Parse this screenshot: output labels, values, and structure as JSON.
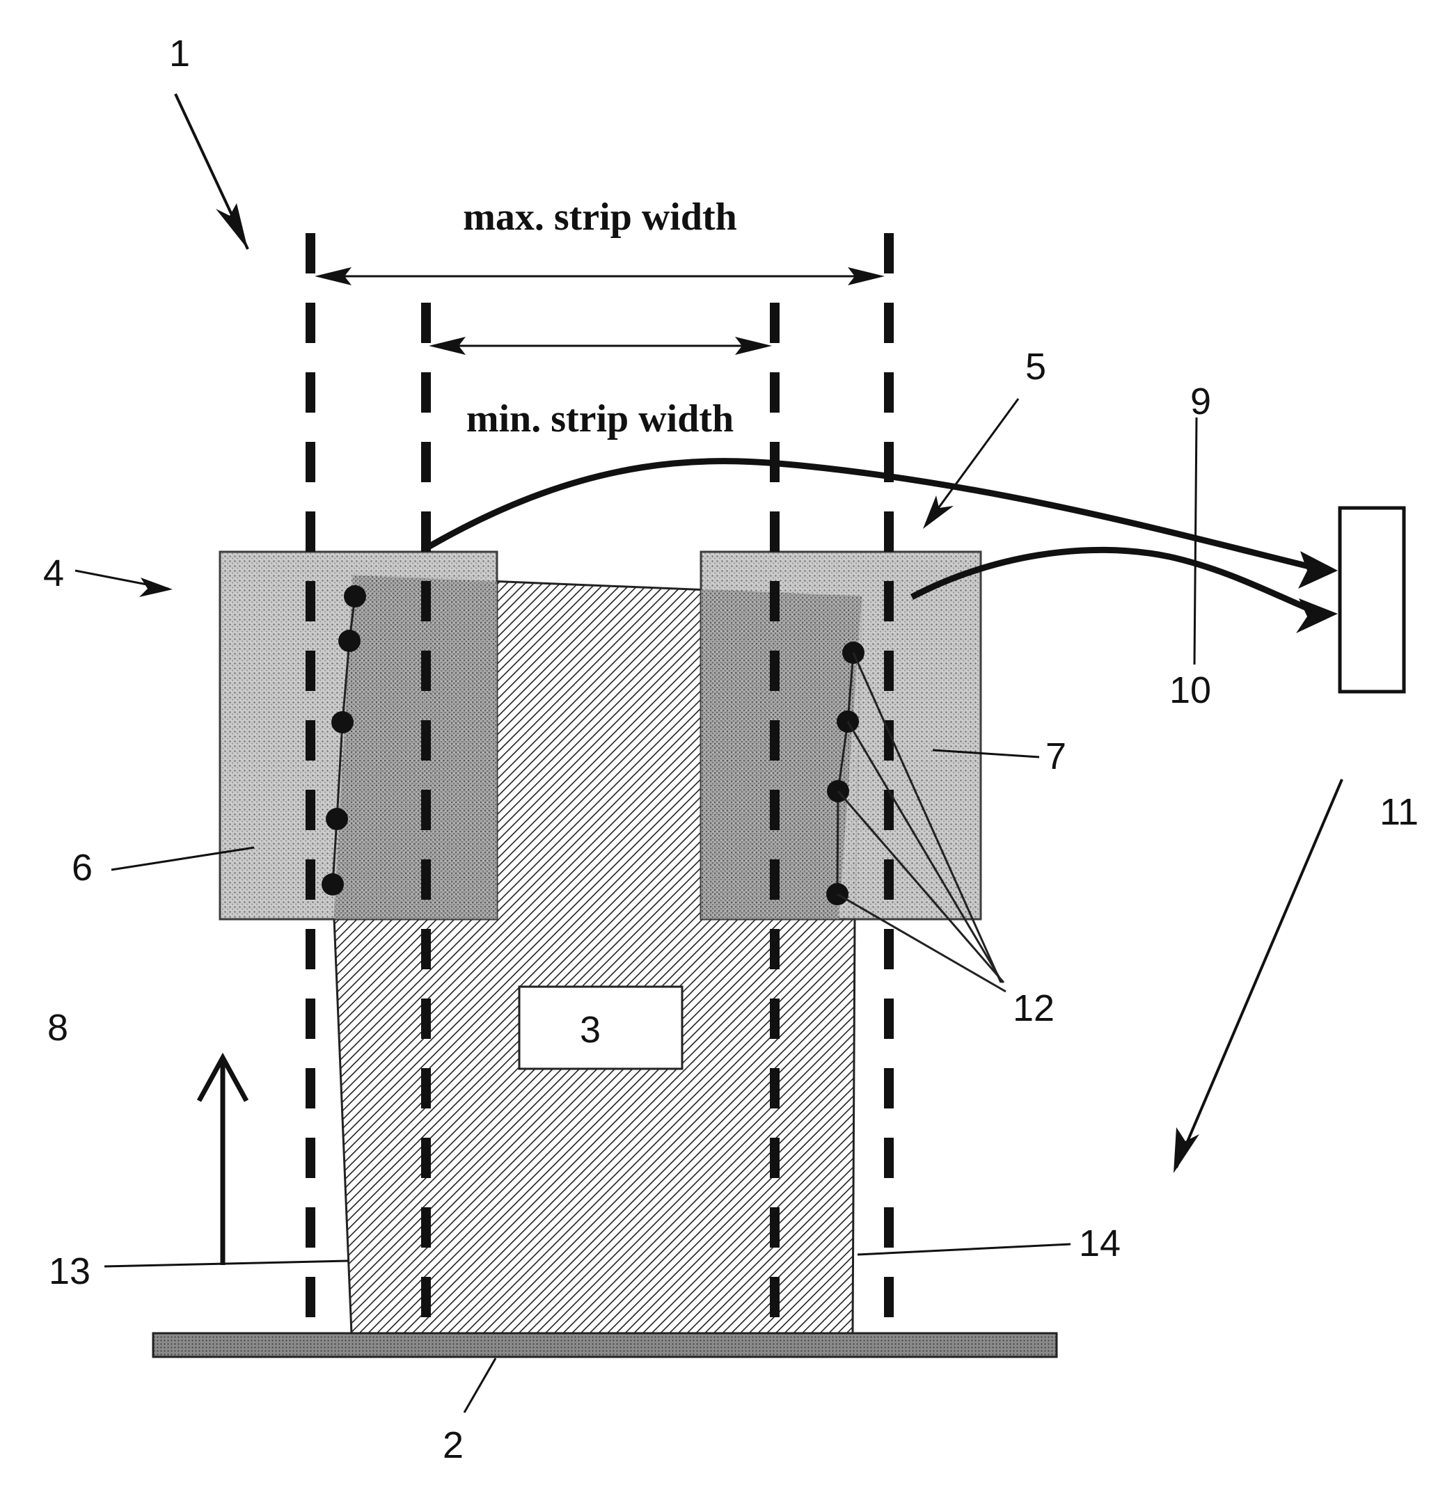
{
  "figure": {
    "dimension_labels": {
      "max_width": "max. strip width",
      "min_width": "min. strip width"
    },
    "reference_numerals": {
      "n1": "1",
      "n2": "2",
      "n3": "3",
      "n4": "4",
      "n5": "5",
      "n6": "6",
      "n7": "7",
      "n8": "8",
      "n9": "9",
      "n10": "10",
      "n11": "11",
      "n12": "12",
      "n13": "13",
      "n14": "14"
    }
  }
}
